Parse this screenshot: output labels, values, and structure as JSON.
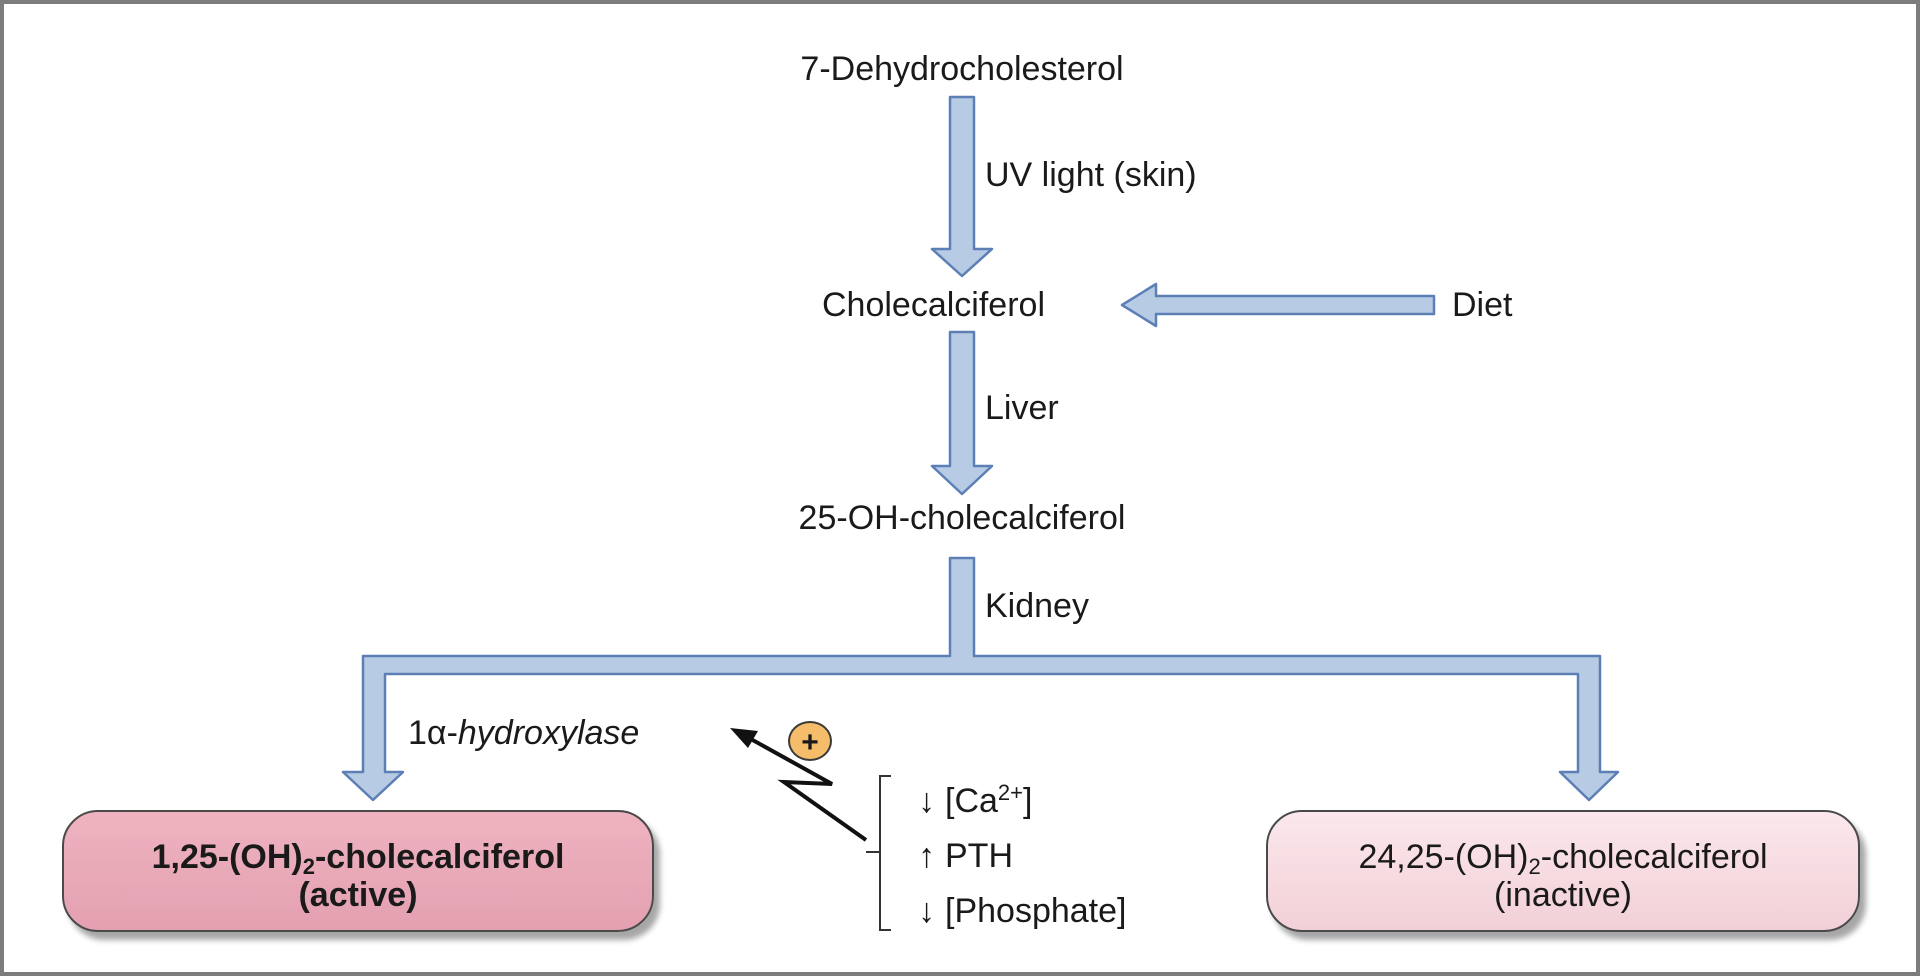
{
  "nodes": {
    "dehydrocholesterol": "7-Dehydrocholesterol",
    "cholecalciferol": "Cholecalciferol",
    "diet": "Diet",
    "oh25": "25-OH-cholecalciferol"
  },
  "steps": {
    "uv": "UV light (skin)",
    "liver": "Liver",
    "kidney": "Kidney"
  },
  "enzyme": {
    "prefix": "1α-",
    "name": "hydroxylase"
  },
  "stimulus_sign": "+",
  "regulators": [
    {
      "direction": "↓",
      "text_before": "[Ca",
      "sup": "2+",
      "text_after": "]"
    },
    {
      "direction": "↑",
      "text_before": "PTH",
      "sup": "",
      "text_after": ""
    },
    {
      "direction": "↓",
      "text_before": "[Phosphate]",
      "sup": "",
      "text_after": ""
    }
  ],
  "products": {
    "active": {
      "pre": "1,25-(OH)",
      "sub": "2",
      "post": "-cholecalciferol",
      "line2": "(active)"
    },
    "inactive": {
      "pre": "24,25-(OH)",
      "sub": "2",
      "post": "-cholecalciferol",
      "line2": "(inactive)"
    }
  },
  "colors": {
    "arrow_fill": "#b8cbe4",
    "arrow_stroke": "#5c7fb5",
    "active_box": "#e8a6b5",
    "inactive_box": "#f6dce2",
    "plus_badge": "#f5bd6a"
  }
}
